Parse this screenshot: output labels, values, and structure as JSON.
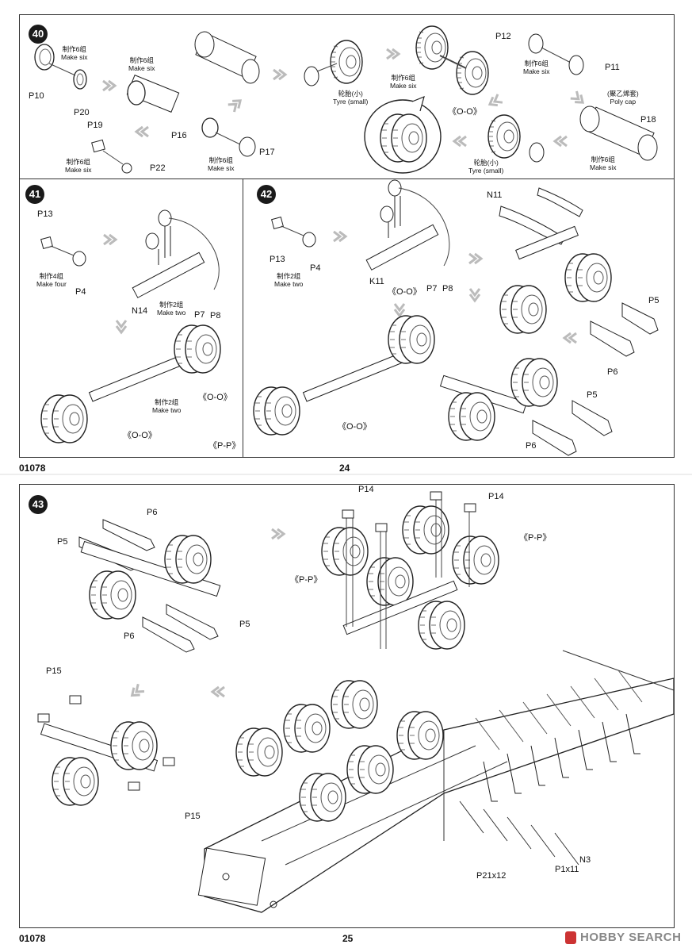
{
  "page_top": {
    "code": "01078",
    "number": "24"
  },
  "page_bottom": {
    "code": "01078",
    "number": "25"
  },
  "watermark": "HOBBY SEARCH",
  "step40": {
    "num": "40",
    "make_six_a_cn": "制作6组",
    "make_six_a": "Make six",
    "make_six_b_cn": "制作6组",
    "make_six_b": "Make six",
    "make_six_c_cn": "制作6组",
    "make_six_c": "Make six",
    "make_six_d_cn": "制作6组",
    "make_six_d": "Make six",
    "make_six_e_cn": "制作6组",
    "make_six_e": "Make six",
    "make_six_f_cn": "制作6组",
    "make_six_f": "Make six",
    "p10": "P10",
    "p20": "P20",
    "p19": "P19",
    "p22": "P22",
    "p16": "P16",
    "p17": "P17",
    "p12": "P12",
    "p11": "P11",
    "p18": "P18",
    "tyre_small_a_cn": "轮胎(小)",
    "tyre_small_a": "Tyre (small)",
    "tyre_small_b_cn": "轮胎(小)",
    "tyre_small_b": "Tyre (small)",
    "poly_cap_cn": "(聚乙烯套)",
    "poly_cap": "Poly cap",
    "oo": "《O-O》"
  },
  "step41": {
    "num": "41",
    "p13": "P13",
    "p4": "P4",
    "make_four_cn": "制作4组",
    "make_four": "Make four",
    "n14": "N14",
    "p7": "P7",
    "p8": "P8",
    "make_two_a_cn": "制作2组",
    "make_two_a": "Make two",
    "make_two_b_cn": "制作2组",
    "make_two_b": "Make two",
    "oo_a": "《O-O》",
    "oo_b": "《O-O》",
    "pp": "《P-P》"
  },
  "step42": {
    "num": "42",
    "p13": "P13",
    "p4": "P4",
    "make_two_cn": "制作2组",
    "make_two": "Make two",
    "k11": "K11",
    "p7": "P7",
    "p8": "P8",
    "n11": "N11",
    "oo_a": "《O-O》",
    "oo_b": "《O-O》",
    "p5_a": "P5",
    "p6_a": "P6",
    "p5_b": "P5",
    "p6_b": "P6"
  },
  "step43": {
    "num": "43",
    "p6_a": "P6",
    "p5_a": "P5",
    "p5_b": "P5",
    "p6_b": "P6",
    "p14_a": "P14",
    "p14_b": "P14",
    "pp_a": "《P-P》",
    "pp_b": "《P-P》",
    "p15_a": "P15",
    "p15_b": "P15",
    "n3": "N3",
    "p21": "P21x12",
    "p1": "P1x11"
  }
}
